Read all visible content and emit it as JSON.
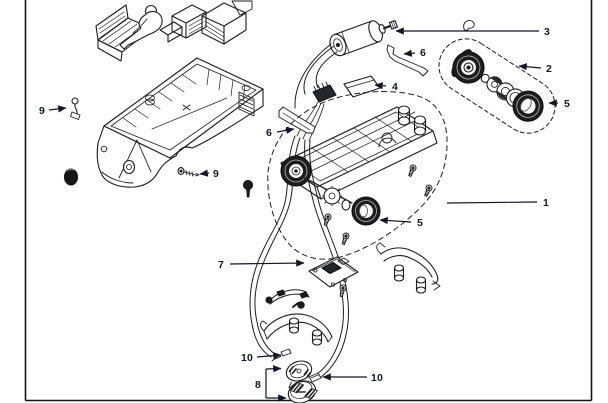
{
  "diagram": {
    "kind": "exploded-parts-diagram",
    "colors": {
      "line": "#1c1c1c",
      "label_text": "#15152a",
      "background": "#ffffff"
    },
    "callouts": [
      {
        "label": "9"
      },
      {
        "label": "9"
      },
      {
        "label": "3"
      },
      {
        "label": "6"
      },
      {
        "label": "2"
      },
      {
        "label": "4"
      },
      {
        "label": "5"
      },
      {
        "label": "6"
      },
      {
        "label": "1"
      },
      {
        "label": "5"
      },
      {
        "label": "7"
      },
      {
        "label": "10"
      },
      {
        "label": "10"
      },
      {
        "label": "8"
      }
    ]
  }
}
